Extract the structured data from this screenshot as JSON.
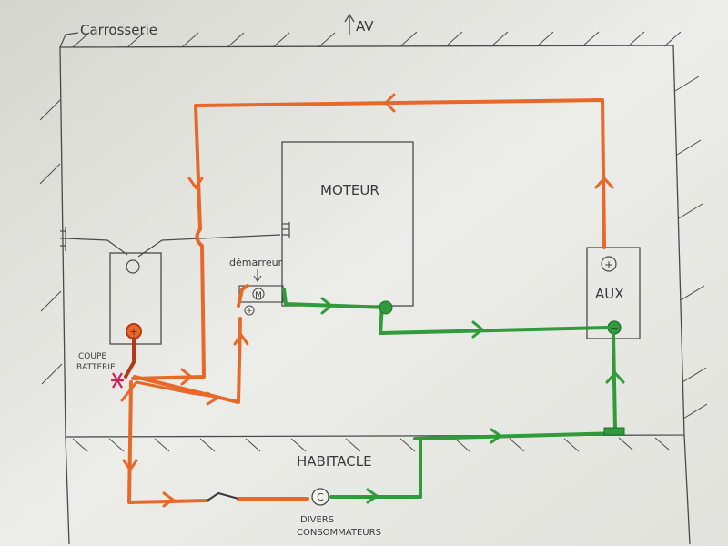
{
  "labels": {
    "body": "Carrosserie",
    "front": "AV",
    "engine": "MOTEUR",
    "starter": "démarreur",
    "starter_symbol": "M",
    "aux": "AUX",
    "battery_switch_line1": "COUPE",
    "battery_switch_line2": "BATTERIE",
    "cabin": "HABITACLE",
    "consumers_line1": "DIVERS",
    "consumers_line2": "CONSOMMATEURS",
    "consumer_symbol": "C",
    "plus": "+",
    "minus": "−"
  },
  "colors": {
    "paper": "#ebebe6",
    "pencil": "#4a4a4a",
    "positive_wire": "#e8682a",
    "negative_wire": "#2f9b3a",
    "positive_dark": "#b13a1a",
    "switch_mark": "#d4205a"
  }
}
